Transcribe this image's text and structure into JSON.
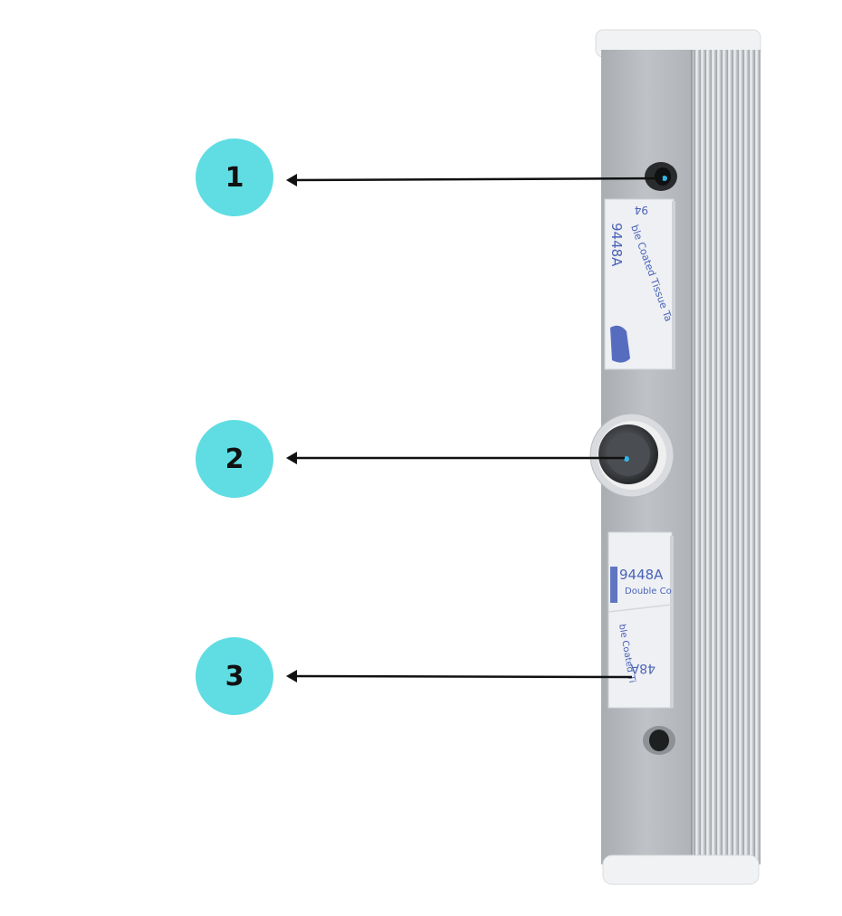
{
  "callouts": [
    {
      "label": "1"
    },
    {
      "label": "2"
    },
    {
      "label": "3"
    }
  ],
  "tape_upper": {
    "line1": "9448A",
    "line2": "ble Coated Tissue Ta",
    "line3": "94"
  },
  "tape_lower": {
    "line1": "9448A",
    "line2": "Double Co",
    "line3": "ble Coated Ti",
    "line4": "48A"
  },
  "colors": {
    "callout_fill": "#5fdde3",
    "arrow": "#111111",
    "indicator": "#33b5e5",
    "body_metal": "#b9bcc0",
    "tape_ink": "#4a63b8"
  }
}
